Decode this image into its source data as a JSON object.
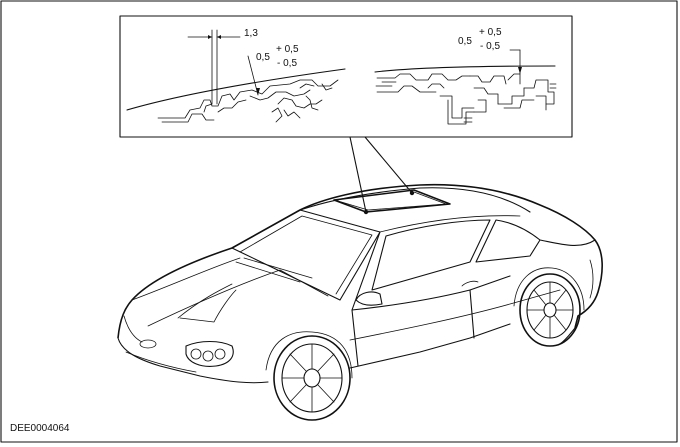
{
  "figure_id": "DEE0004064",
  "detail_callouts": {
    "left": {
      "gap_value": "1,3",
      "height_nominal": "0,5",
      "height_plus": "+ 0,5",
      "height_minus": "- 0,5"
    },
    "right": {
      "height_nominal": "0,5",
      "height_plus": "+ 0,5",
      "height_minus": "- 0,5"
    }
  },
  "colors": {
    "line": "#111111",
    "background": "#ffffff"
  }
}
